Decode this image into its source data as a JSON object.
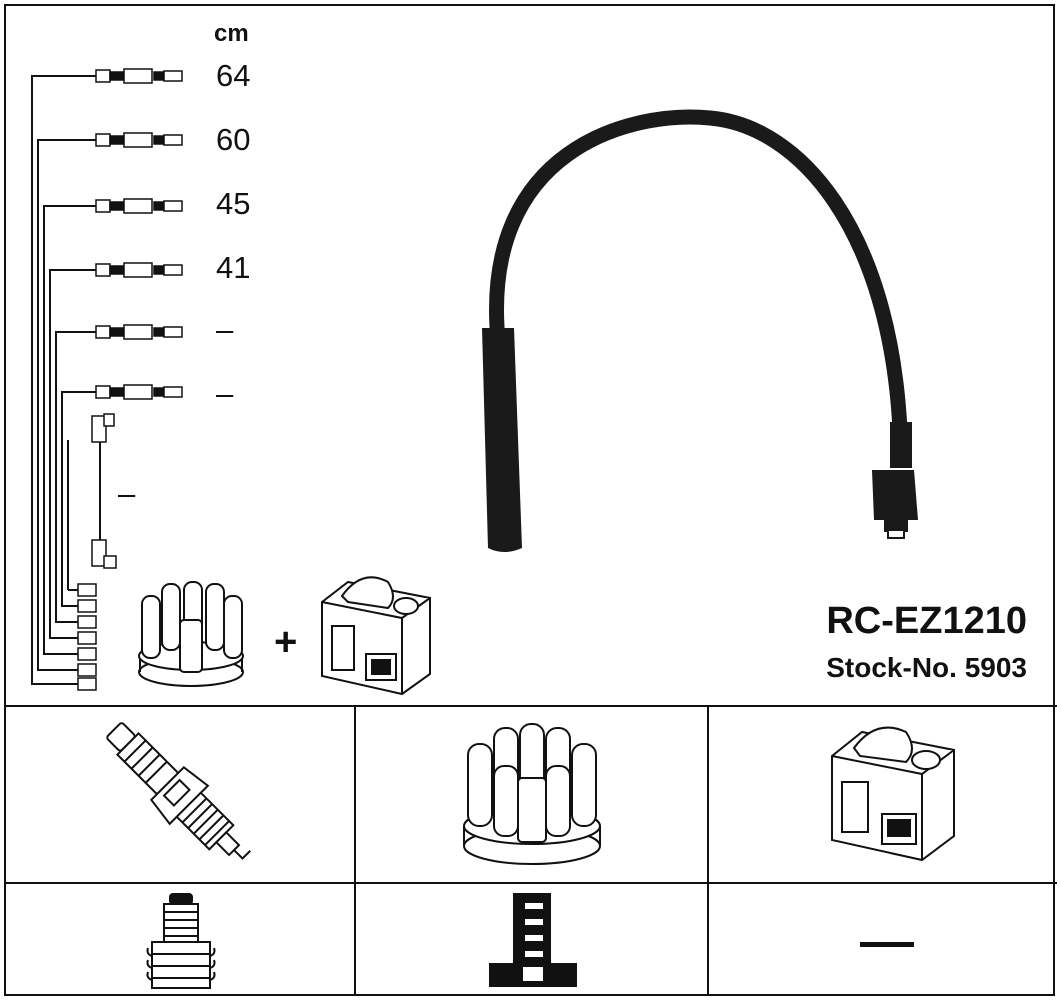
{
  "product": {
    "code": "RC-EZ1210",
    "stock_number": "Stock-No. 5903"
  },
  "lengths": {
    "unit": "cm",
    "items": [
      "64",
      "60",
      "45",
      "41",
      "–",
      "–",
      "–"
    ]
  },
  "kit": {
    "plus_sign": "+"
  },
  "icons": {
    "spark_plug": "spark-plug-icon",
    "distributor_cap": "distributor-cap-icon",
    "ignition_coil": "ignition-coil-icon",
    "plug_connector": "plug-connector-icon",
    "cap_connector": "cap-connector-icon"
  },
  "table": {
    "coil_connector_value": "—"
  },
  "colors": {
    "line": "#111111",
    "background": "#ffffff",
    "cable": "#1a1a1a"
  }
}
